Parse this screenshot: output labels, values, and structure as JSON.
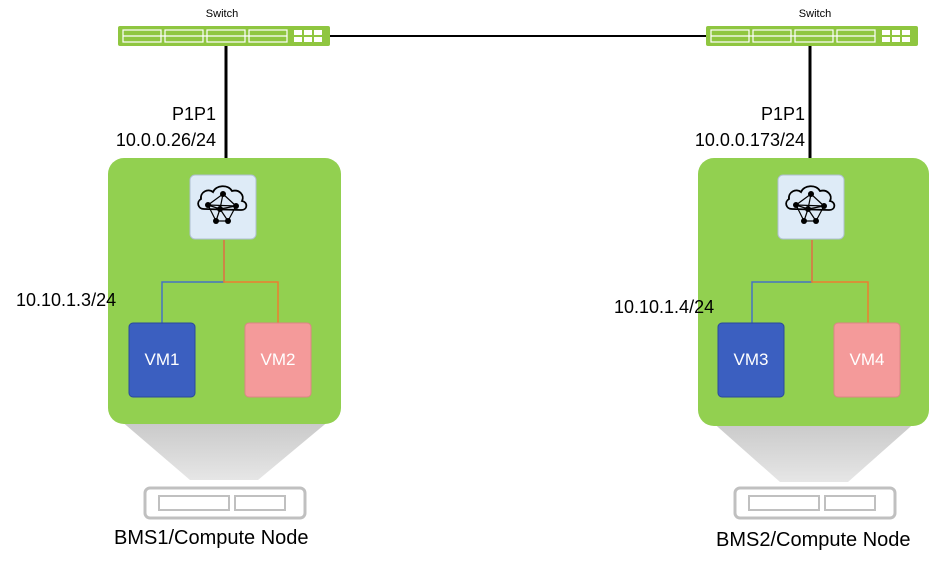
{
  "switches": [
    {
      "label": "Switch"
    },
    {
      "label": "Switch"
    }
  ],
  "hosts": [
    {
      "iface_name": "P1P1",
      "iface_ip": "10.0.0.26/24",
      "vm_network_ip": "10.10.1.3/24",
      "vms": [
        {
          "label": "VM1",
          "color": "#3b5fc0"
        },
        {
          "label": "VM2",
          "color": "#f49a9a"
        }
      ],
      "node_label": "BMS1/Compute Node"
    },
    {
      "iface_name": "P1P1",
      "iface_ip": "10.0.0.173/24",
      "vm_network_ip": "10.10.1.4/24",
      "vms": [
        {
          "label": "VM3",
          "color": "#3b5fc0"
        },
        {
          "label": "VM4",
          "color": "#f49a9a"
        }
      ],
      "node_label": "BMS2/Compute Node"
    }
  ],
  "colors": {
    "host_box": "#92d050",
    "switch_body": "#8fc640",
    "vrouter_box": "#deebf7",
    "link_blue": "#4472c4",
    "link_orange": "#ed7d31"
  },
  "icons": [
    "switch-icon",
    "vrouter-cloud-icon",
    "server-icon"
  ]
}
